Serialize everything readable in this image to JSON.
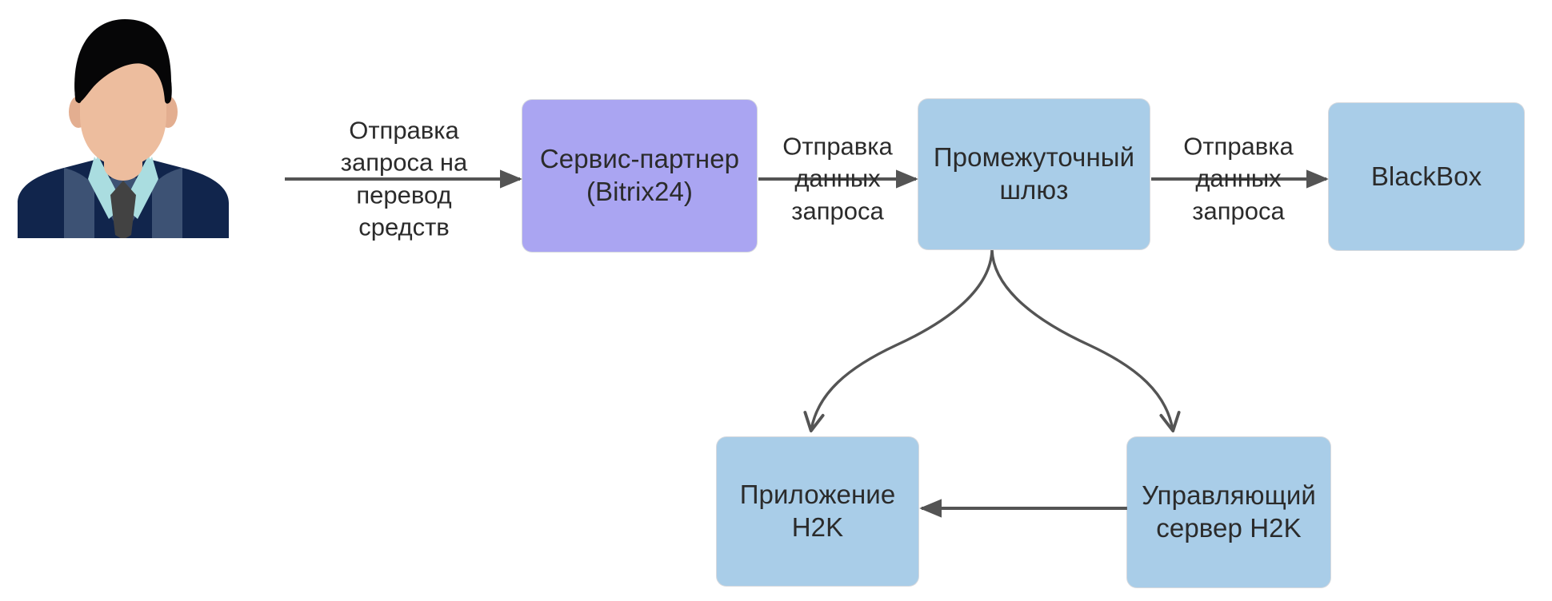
{
  "diagram": {
    "title": "",
    "background_color": "#ffffff",
    "colors": {
      "node_blue": "#a9cde8",
      "node_purple": "#aaa5f2",
      "edge_stroke": "#545454",
      "text": "#2b2b2b",
      "node_border": "#78828f"
    },
    "actor": {
      "icon_name": "business-person-avatar",
      "colors": {
        "hair": "#060607",
        "skin": "#edbd9e",
        "shirt": "#aadde0",
        "suit_dark": "#11254c",
        "suit_mid": "#3d5274",
        "tie": "#424242"
      }
    },
    "nodes": [
      {
        "id": "partner",
        "label": "Сервис-партнер\n(Bitrix24)",
        "fill": "#aaa5f2"
      },
      {
        "id": "gateway",
        "label": "Промежуточный\nшлюз",
        "fill": "#a9cde8"
      },
      {
        "id": "blackbox",
        "label": "BlackBox",
        "fill": "#a9cde8"
      },
      {
        "id": "app",
        "label": "Приложение\nH2K",
        "fill": "#a9cde8"
      },
      {
        "id": "server",
        "label": "Управляющий\nсервер H2K",
        "fill": "#a9cde8"
      }
    ],
    "edges": [
      {
        "id": "actor-to-partner",
        "from": "actor",
        "to": "partner",
        "label": "Отправка\nзапроса на\nперевод\nсредств",
        "style": "straight-right"
      },
      {
        "id": "partner-to-gateway",
        "from": "partner",
        "to": "gateway",
        "label": "Отправка\nданных\nзапроса",
        "style": "straight-right"
      },
      {
        "id": "gateway-to-blackbox",
        "from": "gateway",
        "to": "blackbox",
        "label": "Отправка\nданных\nзапроса",
        "style": "straight-right"
      },
      {
        "id": "gateway-to-app",
        "from": "gateway",
        "to": "app",
        "label": "",
        "style": "curve-down-left"
      },
      {
        "id": "gateway-to-server",
        "from": "gateway",
        "to": "server",
        "label": "",
        "style": "curve-down-right"
      },
      {
        "id": "server-to-app",
        "from": "server",
        "to": "app",
        "label": "",
        "style": "straight-left"
      }
    ]
  }
}
